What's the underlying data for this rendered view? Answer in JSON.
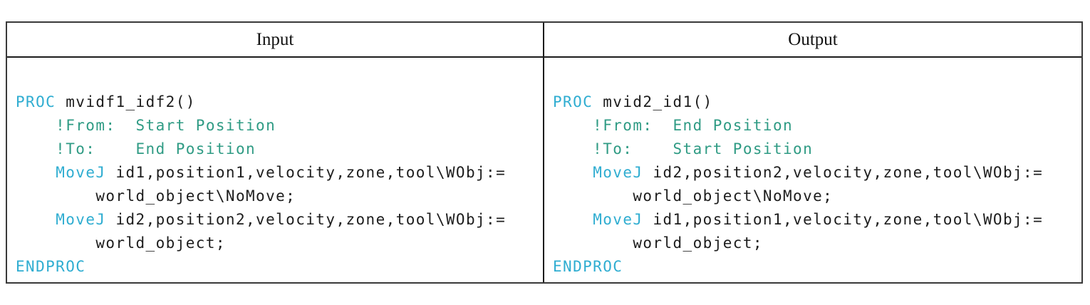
{
  "colors": {
    "keyword": "#2fadd1",
    "comment": "#2f9b84",
    "plain": "#1d1d1d",
    "border_outer": "#3a3a3a",
    "border_inner": "#1c1c1c",
    "background": "#ffffff"
  },
  "table": {
    "columns": [
      {
        "header": "Input",
        "code_lines": [
          [
            {
              "t": "PROC",
              "c": "keyword"
            },
            {
              "t": " mvidf1_idf2()",
              "c": "plain"
            }
          ],
          [
            {
              "t": "    !From:  Start Position",
              "c": "comment"
            }
          ],
          [
            {
              "t": "    !To:    End Position",
              "c": "comment"
            }
          ],
          [
            {
              "t": "    ",
              "c": "plain"
            },
            {
              "t": "MoveJ",
              "c": "keyword"
            },
            {
              "t": " id1,position1,velocity,zone,tool\\WObj:=",
              "c": "plain"
            }
          ],
          [
            {
              "t": "        world_object\\NoMove;",
              "c": "plain"
            }
          ],
          [
            {
              "t": "    ",
              "c": "plain"
            },
            {
              "t": "MoveJ",
              "c": "keyword"
            },
            {
              "t": " id2,position2,velocity,zone,tool\\WObj:=",
              "c": "plain"
            }
          ],
          [
            {
              "t": "        world_object;",
              "c": "plain"
            }
          ],
          [
            {
              "t": "ENDPROC",
              "c": "keyword"
            }
          ]
        ]
      },
      {
        "header": "Output",
        "code_lines": [
          [
            {
              "t": "PROC",
              "c": "keyword"
            },
            {
              "t": " mvid2_id1()",
              "c": "plain"
            }
          ],
          [
            {
              "t": "    !From:  End Position",
              "c": "comment"
            }
          ],
          [
            {
              "t": "    !To:    Start Position",
              "c": "comment"
            }
          ],
          [
            {
              "t": "    ",
              "c": "plain"
            },
            {
              "t": "MoveJ",
              "c": "keyword"
            },
            {
              "t": " id2,position2,velocity,zone,tool\\WObj:=",
              "c": "plain"
            }
          ],
          [
            {
              "t": "        world_object\\NoMove;",
              "c": "plain"
            }
          ],
          [
            {
              "t": "    ",
              "c": "plain"
            },
            {
              "t": "MoveJ",
              "c": "keyword"
            },
            {
              "t": " id1,position1,velocity,zone,tool\\WObj:=",
              "c": "plain"
            }
          ],
          [
            {
              "t": "        world_object;",
              "c": "plain"
            }
          ],
          [
            {
              "t": "ENDPROC",
              "c": "keyword"
            }
          ]
        ]
      }
    ]
  }
}
